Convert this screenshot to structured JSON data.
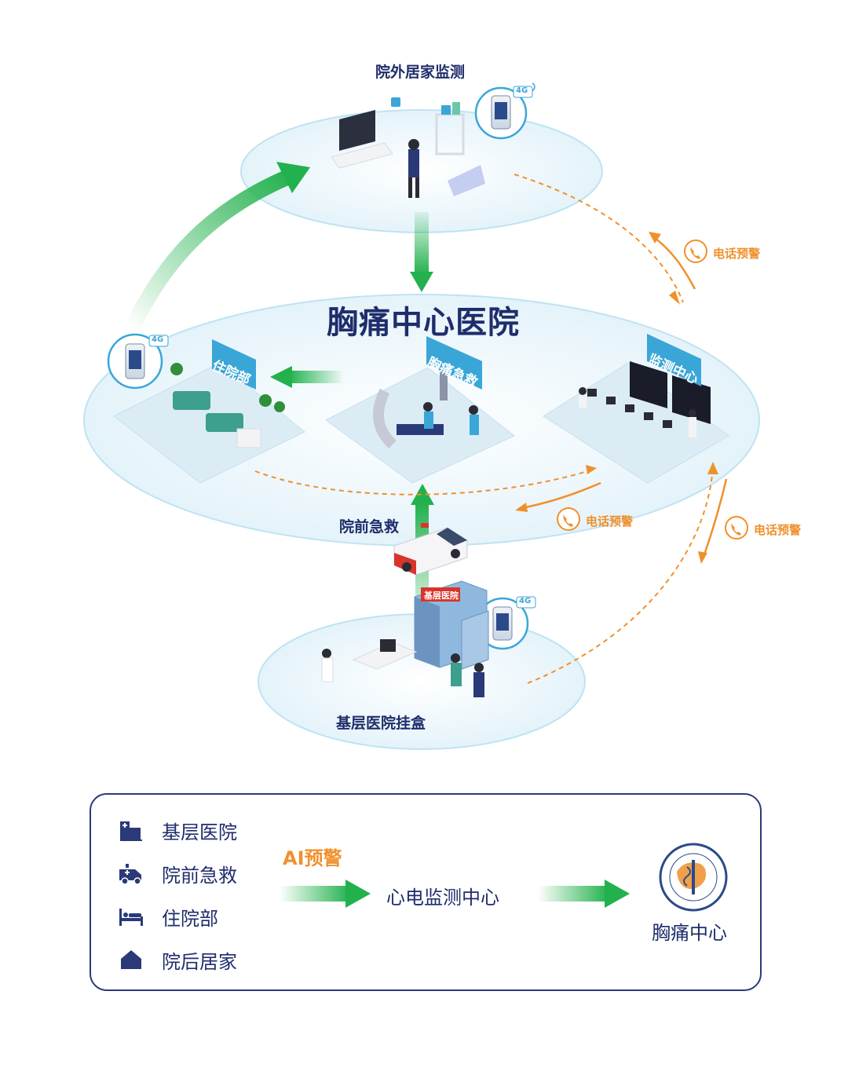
{
  "title": "胸痛中心医院",
  "zones": {
    "home": "院外居家监测",
    "prehospital": "院前急救",
    "grassroots": "基层医院挂盒"
  },
  "departments": {
    "inpatient": "住院部",
    "emergency": "胸痛急救",
    "monitoring": "监测中心"
  },
  "badges": {
    "signal": "4G"
  },
  "building_sign": "基层医院",
  "alerts": [
    "电话预警",
    "电话预警",
    "电话预警"
  ],
  "legend": {
    "items": [
      {
        "label": "基层医院",
        "icon": "hospital-building-icon"
      },
      {
        "label": "院前急救",
        "icon": "ambulance-icon"
      },
      {
        "label": "住院部",
        "icon": "hospital-bed-icon"
      },
      {
        "label": "院后居家",
        "icon": "home-icon"
      }
    ],
    "ai_label": "AI预警",
    "center_label": "心电监测中心",
    "target_label": "胸痛中心",
    "logo_icon": "china-chest-pain-center-logo-icon"
  },
  "colors": {
    "navy": "#1f2d6b",
    "green": "#22b14c",
    "orange": "#f0902c",
    "ellipse": "#eaf6fb",
    "platform": "#e3f1f8"
  }
}
